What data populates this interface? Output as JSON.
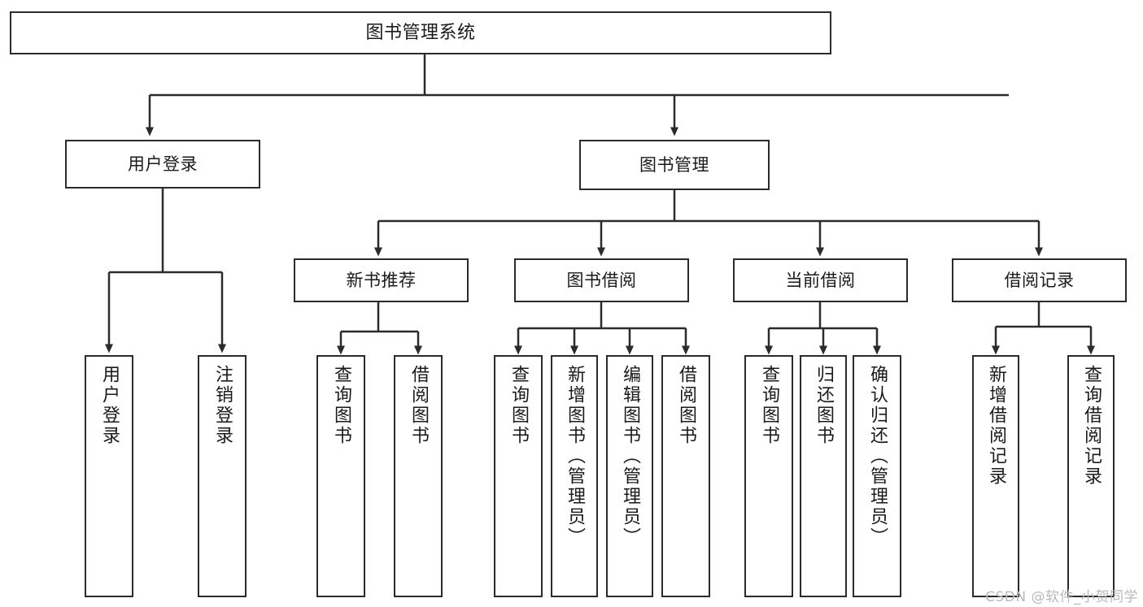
{
  "diagram": {
    "title": "图书管理系统",
    "type": "tree-hierarchy",
    "watermark": "CSDN @软件_小贺同学",
    "colors": {
      "border": "#2b2b2b",
      "background": "#ffffff",
      "text": "#1a1a1a",
      "watermark": "#b9b9b9"
    },
    "root": {
      "label": "图书管理系统"
    },
    "level2": [
      {
        "label": "用户登录"
      },
      {
        "label": "图书管理"
      }
    ],
    "level3": [
      {
        "label": "新书推荐"
      },
      {
        "label": "图书借阅"
      },
      {
        "label": "当前借阅"
      },
      {
        "label": "借阅记录"
      }
    ],
    "leaves": {
      "user_login": [
        {
          "label": "用户登录"
        },
        {
          "label": "注销登录"
        }
      ],
      "new_book": [
        {
          "label": "查询图书"
        },
        {
          "label": "借阅图书"
        }
      ],
      "borrow_book": [
        {
          "label": "查询图书"
        },
        {
          "label": "新增图书（管理员）"
        },
        {
          "label": "编辑图书（管理员）"
        },
        {
          "label": "借阅图书"
        }
      ],
      "current_borrow": [
        {
          "label": "查询图书"
        },
        {
          "label": "归还图书"
        },
        {
          "label": "确认归还（管理员）"
        }
      ],
      "borrow_record": [
        {
          "label": "新增借阅记录"
        },
        {
          "label": "查询借阅记录"
        }
      ]
    }
  }
}
